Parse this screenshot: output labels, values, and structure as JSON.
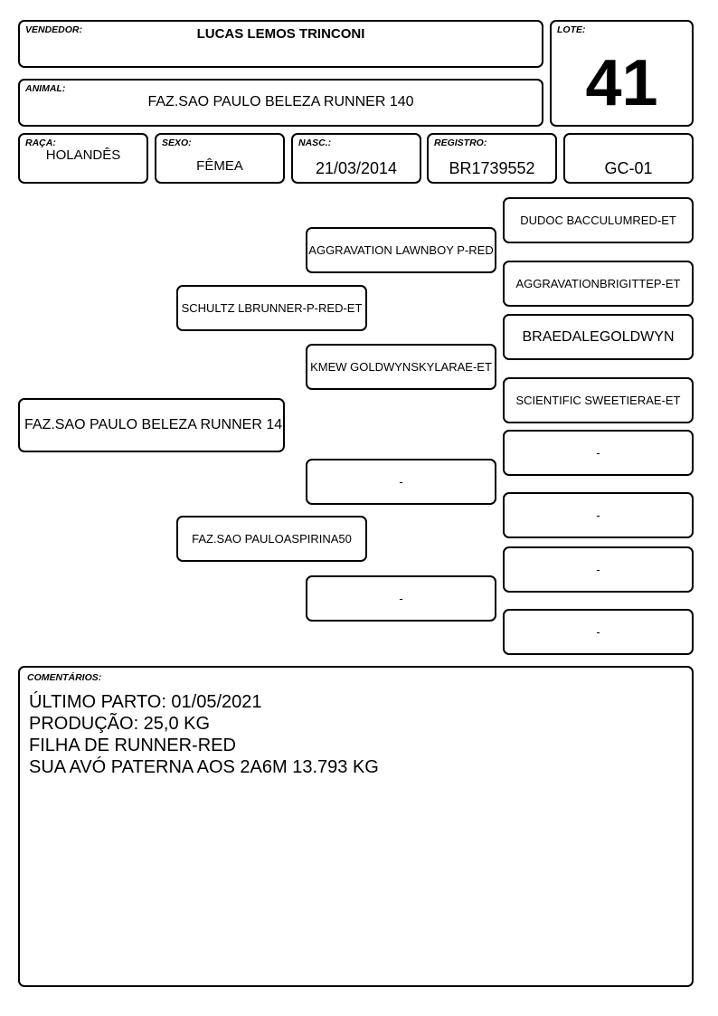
{
  "header": {
    "vendedor_label": "VENDEDOR:",
    "vendedor": "LUCAS LEMOS TRINCONI",
    "lote_label": "LOTE:",
    "lote": "41",
    "animal_label": "ANIMAL:",
    "animal": "FAZ.SAO PAULO BELEZA RUNNER 140"
  },
  "info": {
    "raca_label": "RAÇA:",
    "raca": "HOLANDÊS",
    "sexo_label": "SEXO:",
    "sexo": "FÊMEA",
    "nasc_label": "NASC.:",
    "nasc": "21/03/2014",
    "registro_label": "REGISTRO:",
    "registro": "BR1739552",
    "code": "GC-01"
  },
  "pedigree": {
    "animal": "FAZ.SAO PAULO BELEZA RUNNER 14",
    "sire": "SCHULTZ LBRUNNER-P-RED-ET",
    "dam": "FAZ.SAO PAULOASPIRINA50",
    "sire_sire": "AGGRAVATION LAWNBOY P-RED",
    "sire_dam": "KMEW GOLDWYNSKYLARAE-ET",
    "dam_sire": "-",
    "dam_dam": "-",
    "ggp": [
      "DUDOC BACCULUMRED-ET",
      "AGGRAVATIONBRIGITTEP-ET",
      "BRAEDALEGOLDWYN",
      "SCIENTIFIC SWEETIERAE-ET",
      "-",
      "-",
      "-",
      "-"
    ]
  },
  "comments": {
    "label": "COMENTÁRIOS:",
    "lines": [
      "ÚLTIMO PARTO: 01/05/2021",
      "PRODUÇÃO: 25,0 KG",
      "FILHA DE RUNNER-RED",
      "SUA AVÓ PATERNA AOS 2A6M 13.793 KG"
    ]
  }
}
